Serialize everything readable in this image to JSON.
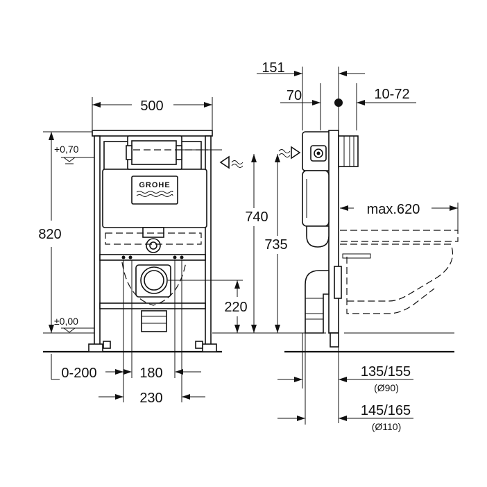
{
  "front_view": {
    "width_label": "500",
    "height_label": "820",
    "level_top_label": "+0,70",
    "level_zero_label": "±0,00",
    "offset_label": "0-200",
    "inner_spacing_label": "180",
    "outer_spacing_label": "230",
    "outlet_height_label": "220",
    "inlet_height_label": "740",
    "fixing_height_label": "735",
    "brand_logo": "GROHE"
  },
  "side_view": {
    "top_depth_label": "151",
    "button_offset_label": "70",
    "wall_gap_label": "10-72",
    "bowl_projection_label": "max.620",
    "depth_90_label": "135/155",
    "depth_90_pipe_label": "(Ø90)",
    "depth_110_label": "145/165",
    "depth_110_pipe_label": "(Ø110)"
  },
  "icons": [
    "water-inlet-icon",
    "water-wave-icon",
    "level-marker-icon",
    "grohe-logo"
  ]
}
